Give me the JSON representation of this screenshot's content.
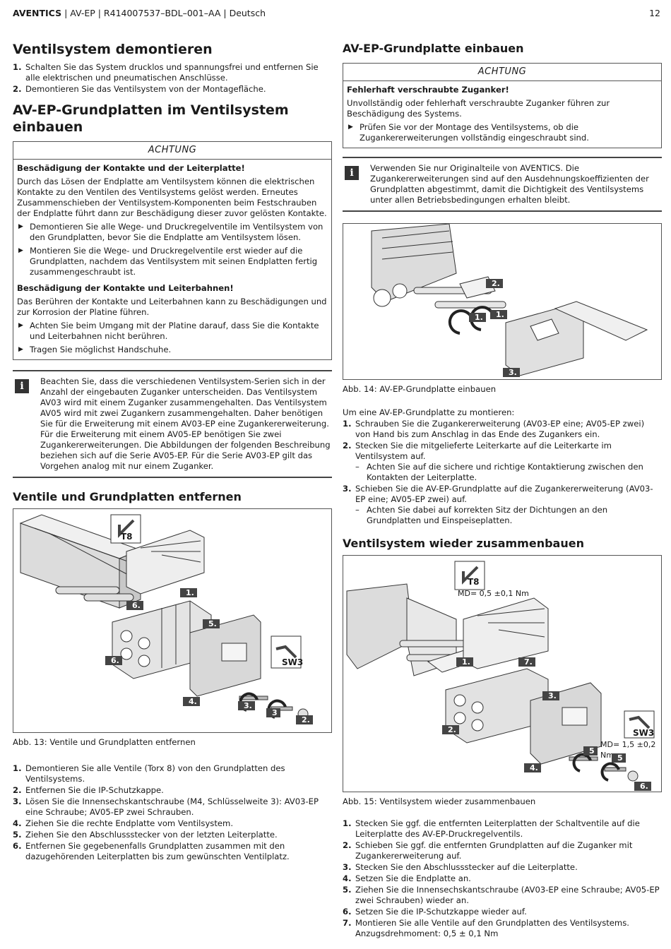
{
  "header": {
    "brand": "AVENTICS",
    "doc": " | AV-EP | R414007537–BDL–001–AA | Deutsch",
    "page": "12"
  },
  "left": {
    "h1a": "Ventilsystem demontieren",
    "steps_a": [
      "Schalten Sie das System drucklos und spannungsfrei und entfernen Sie alle elektrischen und pneumatischen Anschlüsse.",
      "Demontieren Sie das Ventilsystem von der Montagefläche."
    ],
    "h1b": "AV-EP-Grundplatten im Ventilsystem einbauen",
    "notice": {
      "title": "ACHTUNG",
      "head1": "Beschädigung der Kontakte und der Leiterplatte!",
      "text1": "Durch das Lösen der Endplatte am Ventilsystem können die elektrischen Kontakte zu den Ventilen des Ventilsystems gelöst werden. Erneutes Zusammenschieben der Ventilsystem-Komponenten beim Festschrauben der Endplatte führt dann zur Beschädigung dieser zuvor gelösten Kontakte.",
      "bullets1": [
        "Demontieren Sie alle Wege- und Druckregelventile im Ventilsystem von den Grundplatten, bevor Sie die Endplatte am Ventilsystem lösen.",
        "Montieren Sie die Wege- und Druckregelventile erst wieder auf die Grundplatten, nachdem das Ventilsystem mit seinen Endplatten fertig zusammengeschraubt ist."
      ],
      "head2": "Beschädigung der Kontakte und Leiterbahnen!",
      "text2": "Das Berühren der Kontakte und Leiterbahnen kann zu Beschädigungen und zur Korrosion der Platine führen.",
      "bullets2": [
        "Achten Sie beim Umgang mit der Platine darauf, dass Sie die Kontakte und Leiterbahnen nicht berühren.",
        "Tragen Sie möglichst Handschuhe."
      ]
    },
    "info": "Beachten Sie, dass die verschiedenen Ventilsystem-Serien sich in der Anzahl der eingebauten Zuganker unterscheiden. Das Ventilsystem AV03 wird mit einem Zuganker zusammengehalten. Das Ventilsystem AV05 wird mit zwei Zugankern zusammengehalten. Daher benötigen Sie für die Erweiterung mit einem AV03-EP eine Zugankererweiterung. Für die Erweiterung mit einem AV05-EP benötigen Sie zwei Zugankererweiterungen. Die Abbildungen der folgenden Beschreibung beziehen sich auf die Serie AV05-EP. Für die Serie AV03-EP gilt das Vorgehen analog mit nur einem Zuganker.",
    "h2": "Ventile und Grundplatten entfernen",
    "fig13": {
      "tool1": "T8",
      "tool2": "SW3",
      "labels": [
        "1.",
        "2.",
        "3.",
        "3",
        "4.",
        "5.",
        "6.",
        "6."
      ]
    },
    "cap13": "Abb. 13: Ventile und Grundplatten entfernen",
    "steps_b": [
      "Demontieren Sie alle Ventile (Torx 8) von den Grundplatten des Ventilsystems.",
      "Entfernen Sie die IP-Schutzkappe.",
      "Lösen Sie die Innensechskantschraube (M4, Schlüsselweite 3): AV03-EP eine Schraube; AV05-EP zwei Schrauben.",
      "Ziehen Sie die rechte Endplatte vom Ventilsystem.",
      "Ziehen Sie den Abschlussstecker von der letzten Leiterplatte.",
      "Entfernen Sie gegebenenfalls Grundplatten zusammen mit den dazugehörenden Leiterplatten bis zum gewünschten Ventilplatz."
    ]
  },
  "right": {
    "h2a": "AV-EP-Grundplatte einbauen",
    "notice": {
      "title": "ACHTUNG",
      "head": "Fehlerhaft verschraubte Zuganker!",
      "text": "Unvollständig oder fehlerhaft verschraubte Zuganker führen zur Beschädigung des Systems.",
      "bullet": "Prüfen Sie vor der Montage des Ventilsystems, ob die Zugankererweiterungen vollständig eingeschraubt sind."
    },
    "info": "Verwenden Sie nur Originalteile von AVENTICS. Die Zugankererweiterungen sind auf den Ausdehnungskoeffizienten der Grundplatten abgestimmt, damit die Dichtigkeit des Ventilsystems unter allen Betriebsbedingungen erhalten bleibt.",
    "fig14": {
      "labels": [
        "1.",
        "1.",
        "2.",
        "3."
      ]
    },
    "cap14": "Abb. 14: AV-EP-Grundplatte einbauen",
    "intro": "Um eine AV-EP-Grundplatte zu montieren:",
    "steps_c": [
      "Schrauben Sie die Zugankererweiterung (AV03-EP eine; AV05-EP zwei) von Hand bis zum Anschlag in das Ende des Zugankers ein.",
      "Stecken Sie die mitgelieferte Leiterkarte auf die Leiterkarte im Ventilsystem auf.",
      "Schieben Sie die AV-EP-Grundplatte auf die Zugankererweiterung (AV03-EP eine; AV05-EP zwei) auf."
    ],
    "sub2": "Achten Sie auf die sichere und richtige Kontaktierung zwischen den Kontakten der Leiterplatte.",
    "sub3": "Achten Sie dabei auf korrekten Sitz der Dichtungen an den Grundplatten und Einspeiseplatten.",
    "h2b": "Ventilsystem wieder zusammenbauen",
    "fig15": {
      "tool1": "T8",
      "torque1": "MD= 0,5 ±0,1 Nm",
      "tool2": "SW3",
      "torque2": "MD= 1,5 ±0,2 Nm",
      "labels": [
        "1.",
        "2.",
        "3.",
        "4.",
        "5",
        "5",
        "6.",
        "7."
      ]
    },
    "cap15": "Abb. 15: Ventilsystem wieder zusammenbauen",
    "steps_d": [
      "Stecken Sie ggf. die entfernten Leiterplatten der Schaltventile auf die Leiterplatte des AV-EP-Druckregelventils.",
      "Schieben Sie ggf. die entfernten Grundplatten auf die Zuganker mit Zugankererweiterung auf.",
      "Stecken Sie den Abschlussstecker auf die Leiterplatte.",
      "Setzen Sie die Endplatte an.",
      "Ziehen Sie die Innensechskantschraube (AV03-EP eine Schraube; AV05-EP zwei Schrauben) wieder an.",
      "Setzen Sie die IP-Schutzkappe wieder auf.",
      "Montieren Sie alle Ventile auf den Grundplatten des Ventilsystems. Anzugsdrehmoment: 0,5 ± 0,1 Nm"
    ]
  }
}
